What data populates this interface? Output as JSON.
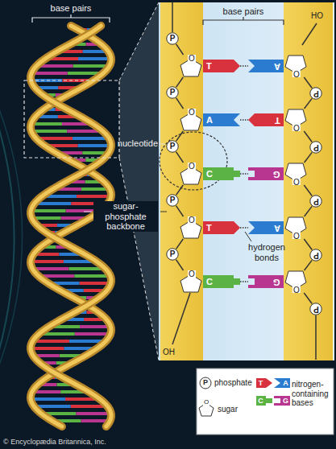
{
  "diagram": {
    "nodes": [
      {
        "text": [
          "P"
        ]
      },
      {
        "text": [
          "O"
        ]
      },
      {
        "text": [
          "T"
        ]
      },
      {
        "text": [
          "A"
        ]
      },
      {
        "text": [
          "O"
        ]
      },
      {
        "text": [
          "P"
        ]
      },
      {
        "text": [
          "P"
        ]
      },
      {
        "text": [
          "O"
        ]
      },
      {
        "text": [
          "A"
        ]
      },
      {
        "text": [
          "T"
        ]
      },
      {
        "text": [
          "O"
        ]
      },
      {
        "text": [
          "P"
        ]
      },
      {
        "text": [
          "P"
        ]
      },
      {
        "text": [
          "O"
        ]
      },
      {
        "text": [
          "C"
        ]
      },
      {
        "text": [
          "G"
        ]
      },
      {
        "text": [
          "O"
        ]
      },
      {
        "text": [
          "P"
        ]
      },
      {
        "text": [
          "P"
        ]
      },
      {
        "text": [
          "O"
        ]
      },
      {
        "text": [
          "T"
        ]
      },
      {
        "text": [
          "A"
        ]
      },
      {
        "text": [
          "O"
        ]
      },
      {
        "text": [
          "P"
        ]
      },
      {
        "text": [
          "P"
        ]
      },
      {
        "text": [
          "O"
        ]
      },
      {
        "text": [
          "C"
        ]
      },
      {
        "text": [
          "G"
        ]
      },
      {
        "text": [
          "O"
        ]
      },
      {
        "text": [
          "P"
        ]
      }
    ],
    "edges": [
      {
        "from": 0,
        "to": 1,
        "arrow": "none"
      },
      {
        "from": 1,
        "to": 6,
        "arrow": "none"
      },
      {
        "from": 6,
        "to": 7,
        "arrow": "none"
      },
      {
        "from": 7,
        "to": 12,
        "arrow": "none"
      },
      {
        "from": 12,
        "to": 13,
        "arrow": "none"
      },
      {
        "from": 13,
        "to": 18,
        "arrow": "none"
      },
      {
        "from": 18,
        "to": 19,
        "arrow": "none"
      },
      {
        "from": 19,
        "to": 24,
        "arrow": "none"
      },
      {
        "from": 24,
        "to": 25,
        "arrow": "none"
      },
      {
        "from": 2,
        "to": 3,
        "arrow": "none"
      },
      {
        "from": 8,
        "to": 9,
        "arrow": "none"
      },
      {
        "from": 14,
        "to": 15,
        "arrow": "none"
      },
      {
        "from": 20,
        "to": 21,
        "arrow": "none"
      },
      {
        "from": 26,
        "to": 27,
        "arrow": "none"
      },
      {
        "from": 4,
        "to": 5,
        "arrow": "none"
      },
      {
        "from": 5,
        "to": 10,
        "arrow": "none"
      },
      {
        "from": 10,
        "to": 11,
        "arrow": "none"
      },
      {
        "from": 11,
        "to": 16,
        "arrow": "none"
      },
      {
        "from": 16,
        "to": 17,
        "arrow": "none"
      },
      {
        "from": 17,
        "to": 22,
        "arrow": "none"
      },
      {
        "from": 22,
        "to": 23,
        "arrow": "none"
      },
      {
        "from": 23,
        "to": 28,
        "arrow": "none"
      },
      {
        "from": 28,
        "to": 29,
        "arrow": "none"
      }
    ],
    "labels": [
      "base pairs",
      "base pairs",
      "HO",
      "nucleotide",
      "sugar-phosphate backbone",
      "hydrogen bonds",
      "OH",
      "P",
      "O",
      "T",
      "A",
      "C",
      "G",
      "© Encyclopædia Britannica, Inc."
    ],
    "legend": [
      {
        "text": "phosphate"
      },
      {
        "text": "sugar"
      },
      {
        "text": "nitrogen-containing bases"
      }
    ]
  }
}
